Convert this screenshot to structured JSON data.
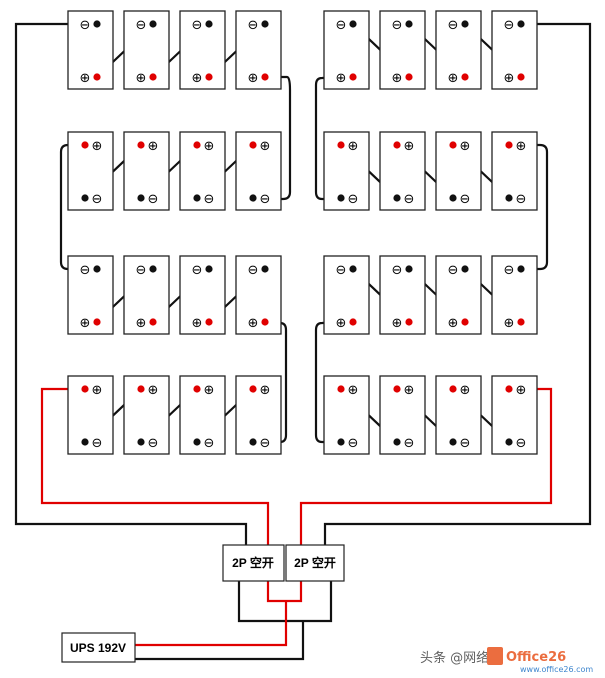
{
  "breakers": {
    "left_label": "2P 空开",
    "right_label": "2P 空开"
  },
  "ups": {
    "label": "UPS 192V"
  },
  "terminals": {
    "negative": "⊖",
    "positive": "⊕"
  },
  "watermark": {
    "text": "头条 @网络",
    "logo_text": "Office26",
    "url": "www.office26.com"
  },
  "colors": {
    "wire_negative": "#111111",
    "wire_positive": "#e00000",
    "terminal_red": "#e00000",
    "terminal_black": "#111111",
    "battery_border": "#222222"
  }
}
